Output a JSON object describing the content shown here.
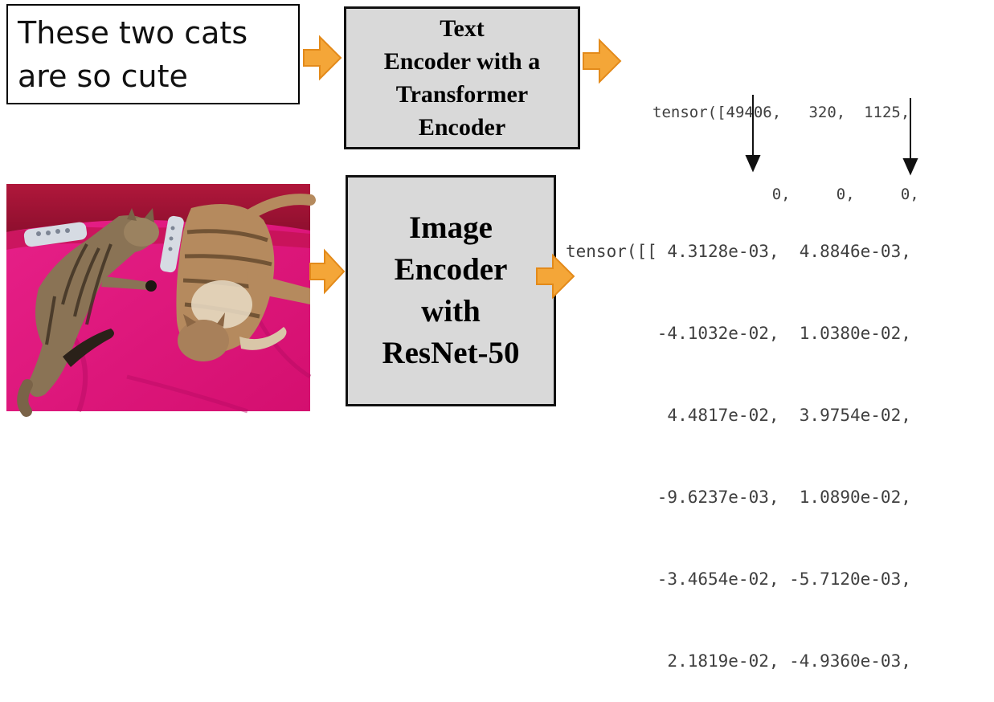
{
  "input_text": {
    "lines": [
      "These two cats",
      "are so cute"
    ]
  },
  "text_encoder": {
    "lines": [
      "Text",
      "Encoder with a",
      "Transformer",
      "Encoder"
    ]
  },
  "image_encoder": {
    "lines": [
      "Image",
      "Encoder",
      "with",
      "ResNet-50"
    ]
  },
  "token_tensor": {
    "lines": [
      "tensor([49406,   320,  1125,",
      "             0,     0,     0,"
    ]
  },
  "embedding_tensor": {
    "lines": [
      "tensor([[ 4.3128e-03,  4.8846e-03,",
      "         -4.1032e-02,  1.0380e-02,",
      "          4.4817e-02,  3.9754e-02,",
      "         -9.6237e-03,  1.0890e-02,",
      "         -3.4654e-02, -5.7120e-03,",
      "          2.1819e-02, -4.9360e-03,"
    ]
  },
  "colors": {
    "arrow_fill": "#f4a638",
    "arrow_stroke": "#e38a1a",
    "encoder_fill": "#d9d9d9",
    "blanket": "#e0147d"
  }
}
